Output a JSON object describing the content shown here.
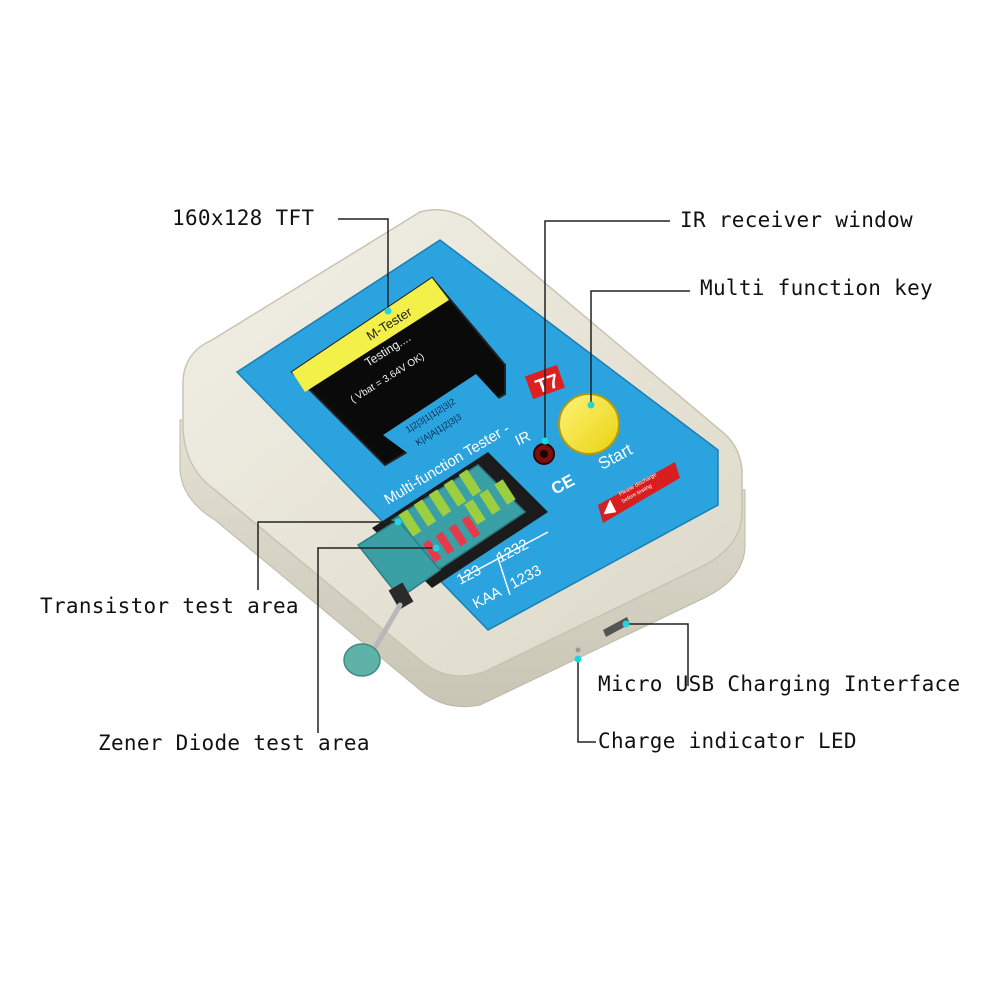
{
  "callouts": {
    "tft": "160x128 TFT",
    "ir": "IR receiver window",
    "key": "Multi function key",
    "transistor": "Transistor test area",
    "usb": "Micro USB Charging Interface",
    "zener": "Zener Diode test area",
    "led": "Charge indicator LED"
  },
  "screen": {
    "title": "M-Tester",
    "status": "Testing....",
    "vbat": "( Vbat = 3.64V OK)",
    "pins_row1": "1|2|3|1|1|2|3|2",
    "pins_row2": "K|A|A|1|2|3|3"
  },
  "panel": {
    "model_text": "Multi-function Tester -",
    "model_badge": "T7",
    "ir_label": "IR",
    "start_label": "Start",
    "ce_label": "CE",
    "warning_line1": "Please discharge",
    "warning_line2": "before testing",
    "pin_top_left": "123",
    "pin_top_right": "1232",
    "pin_bottom_left": "KAA",
    "pin_bottom_right": "1233"
  },
  "colors": {
    "panel_blue": "#2aa3df",
    "case_beige": "#e6e3d5",
    "socket_teal": "#3b9fa6",
    "socket_pin_green": "#9ccf3f",
    "zener_pink": "#e53a4a",
    "screen_yellow": "#f4f04a",
    "key_yellow": "#f5e51c",
    "badge_red": "#e02020",
    "dot_cyan": "#1fd6e0"
  }
}
